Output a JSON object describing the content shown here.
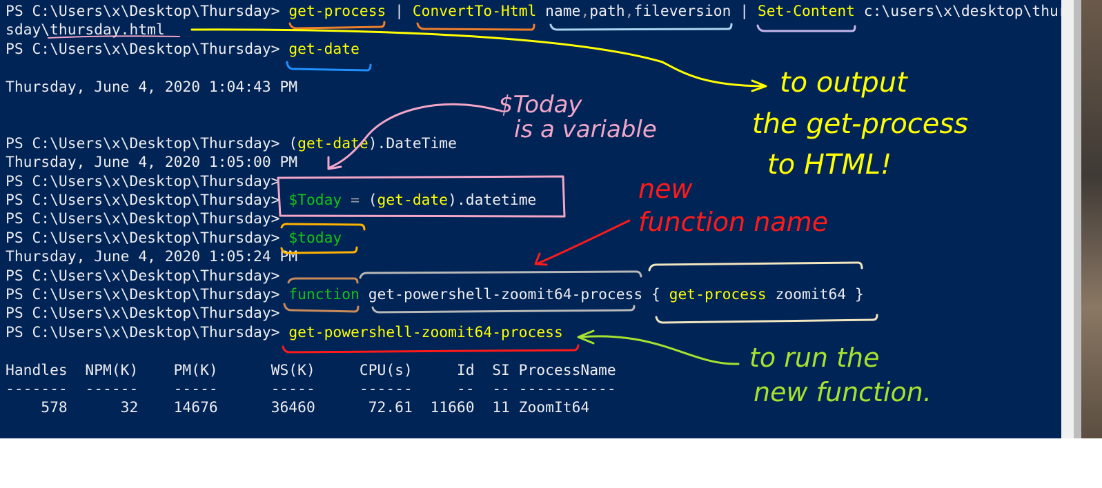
{
  "terminal": {
    "lines": [
      {
        "prompt": "PS C:\\Users\\x\\Desktop\\Thursday> ",
        "segments": [
          {
            "t": "get-process",
            "c": "cmd"
          },
          {
            "t": " | ",
            "c": ""
          },
          {
            "t": "ConvertTo-Html",
            "c": "cmd"
          },
          {
            "t": " name",
            "c": ""
          },
          {
            "t": ",",
            "c": "op"
          },
          {
            "t": "path",
            "c": ""
          },
          {
            "t": ",",
            "c": "op"
          },
          {
            "t": "fileversion | ",
            "c": ""
          },
          {
            "t": "Set-Content",
            "c": "cmd"
          },
          {
            "t": " c:\\users\\x\\desktop\\thur",
            "c": ""
          }
        ]
      },
      {
        "prompt": "",
        "segments": [
          {
            "t": "sday\\thursday.html",
            "c": ""
          }
        ]
      },
      {
        "prompt": "PS C:\\Users\\x\\Desktop\\Thursday> ",
        "segments": [
          {
            "t": "get-date",
            "c": "cmd"
          }
        ]
      },
      {
        "prompt": "",
        "segments": []
      },
      {
        "prompt": "",
        "segments": [
          {
            "t": "Thursday, June 4, 2020 1:04:43 PM",
            "c": ""
          }
        ]
      },
      {
        "prompt": "",
        "segments": []
      },
      {
        "prompt": "",
        "segments": []
      },
      {
        "prompt": "PS C:\\Users\\x\\Desktop\\Thursday> ",
        "segments": [
          {
            "t": "(",
            "c": ""
          },
          {
            "t": "get-date",
            "c": "cmd"
          },
          {
            "t": ").DateTime",
            "c": ""
          }
        ]
      },
      {
        "prompt": "",
        "segments": [
          {
            "t": "Thursday, June 4, 2020 1:05:00 PM",
            "c": ""
          }
        ]
      },
      {
        "prompt": "PS C:\\Users\\x\\Desktop\\Thursday>",
        "segments": []
      },
      {
        "prompt": "PS C:\\Users\\x\\Desktop\\Thursday> ",
        "segments": [
          {
            "t": "$Today",
            "c": "var"
          },
          {
            "t": " = ",
            "c": "op"
          },
          {
            "t": "(",
            "c": ""
          },
          {
            "t": "get-date",
            "c": "cmd"
          },
          {
            "t": ").datetime",
            "c": ""
          }
        ]
      },
      {
        "prompt": "PS C:\\Users\\x\\Desktop\\Thursday>",
        "segments": []
      },
      {
        "prompt": "PS C:\\Users\\x\\Desktop\\Thursday> ",
        "segments": [
          {
            "t": "$today",
            "c": "var"
          }
        ]
      },
      {
        "prompt": "",
        "segments": [
          {
            "t": "Thursday, June 4, 2020 1:05:24 PM",
            "c": ""
          }
        ]
      },
      {
        "prompt": "PS C:\\Users\\x\\Desktop\\Thursday>",
        "segments": []
      },
      {
        "prompt": "PS C:\\Users\\x\\Desktop\\Thursday> ",
        "segments": [
          {
            "t": "function",
            "c": "kw"
          },
          {
            "t": " get-powershell-zoomit64-process { ",
            "c": ""
          },
          {
            "t": "get-process",
            "c": "cmd"
          },
          {
            "t": " zoomit64 }",
            "c": ""
          }
        ]
      },
      {
        "prompt": "PS C:\\Users\\x\\Desktop\\Thursday>",
        "segments": []
      },
      {
        "prompt": "PS C:\\Users\\x\\Desktop\\Thursday> ",
        "segments": [
          {
            "t": "get-powershell-zoomit64-process",
            "c": "cmd"
          }
        ]
      },
      {
        "prompt": "",
        "segments": []
      },
      {
        "prompt": "",
        "segments": [
          {
            "t": "Handles  NPM(K)    PM(K)      WS(K)     CPU(s)     Id  SI ProcessName",
            "c": ""
          }
        ]
      },
      {
        "prompt": "",
        "segments": [
          {
            "t": "-------  ------    -----      -----     ------     --  -- -----------",
            "c": ""
          }
        ]
      },
      {
        "prompt": "",
        "segments": [
          {
            "t": "    578      32    14676      36460      72.61  11660  11 ZoomIt64",
            "c": ""
          }
        ]
      }
    ]
  },
  "annotations": {
    "output_note": [
      "to output",
      "the get-process",
      "to HTML!"
    ],
    "variable_note": [
      "$Today",
      "is a variable"
    ],
    "function_note": [
      "new",
      "function name"
    ],
    "run_note": [
      "to run the",
      "new function."
    ]
  },
  "colors": {
    "background": "#012456",
    "text": "#eeedf0",
    "command": "#ffff00",
    "variable": "#13c313",
    "note_yellow": "#ffff00",
    "note_pink": "#f3a6c8",
    "note_red": "#ff1a1a",
    "note_green": "#a6e22e"
  }
}
